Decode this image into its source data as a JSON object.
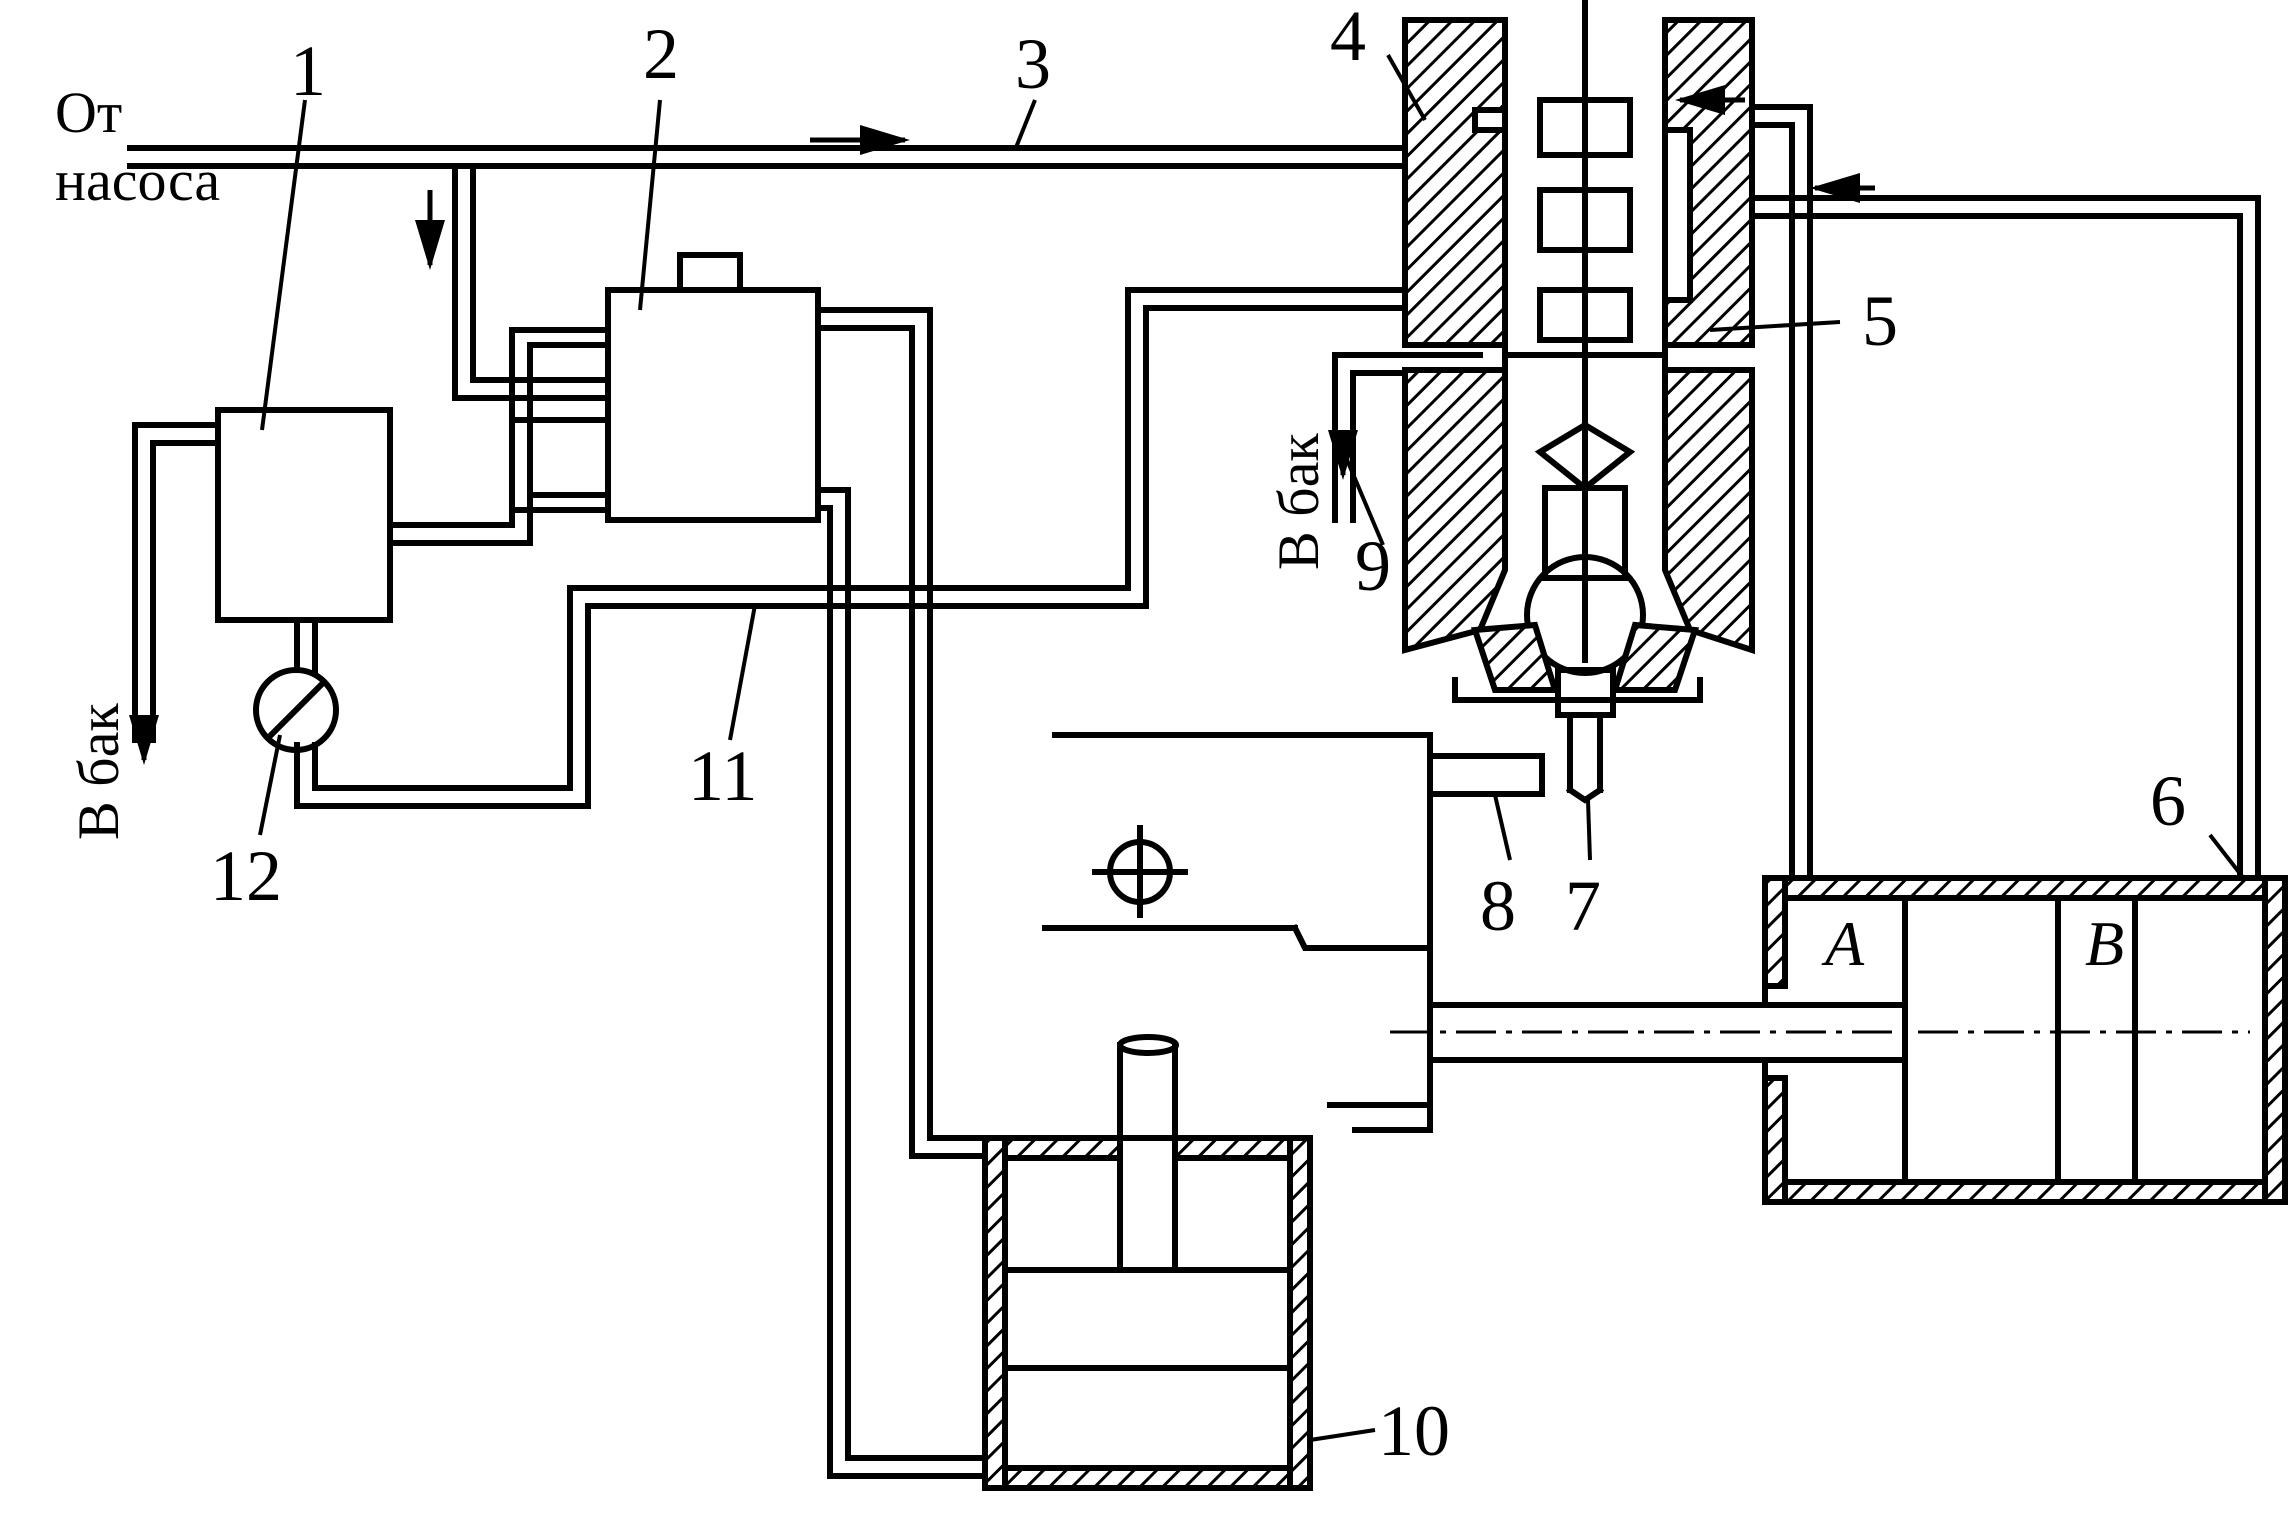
{
  "labels": {
    "n1": "1",
    "n2": "2",
    "n3": "3",
    "n4": "4",
    "n5": "5",
    "n6": "6",
    "n7": "7",
    "n8": "8",
    "n9": "9",
    "n10": "10",
    "n11": "11",
    "n12": "12",
    "from_pump_line1": "От",
    "from_pump_line2": "насоса",
    "to_tank_left": "В бак",
    "to_tank_right": "В бак",
    "chamber_a": "A",
    "chamber_b": "B"
  }
}
